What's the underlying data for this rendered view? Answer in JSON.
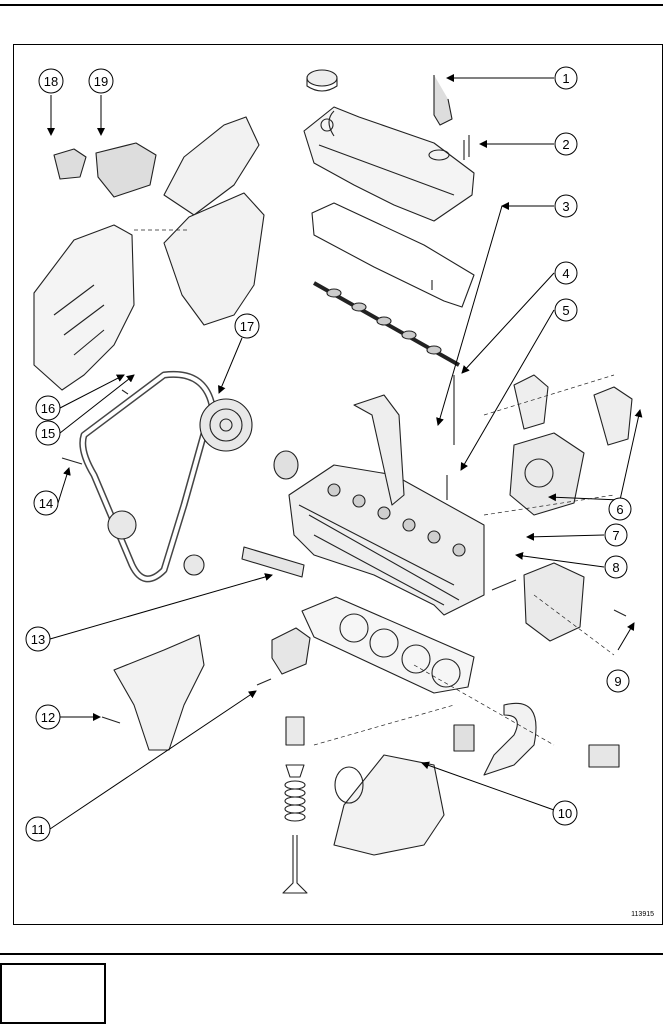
{
  "figure": {
    "reference": "113915",
    "callouts": [
      "1",
      "2",
      "3",
      "4",
      "5",
      "6",
      "7",
      "8",
      "9",
      "10",
      "11",
      "12",
      "13",
      "14",
      "15",
      "16",
      "17",
      "18",
      "19"
    ]
  },
  "footer": {
    "box_text": ""
  }
}
